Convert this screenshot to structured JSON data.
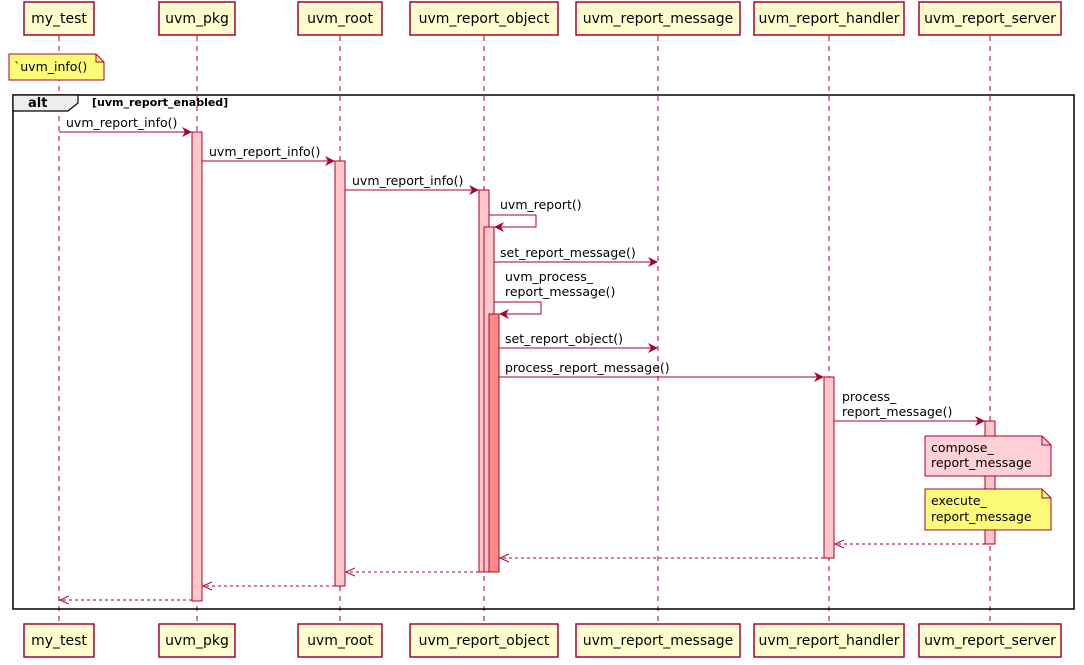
{
  "participants": [
    "my_test",
    "uvm_pkg",
    "uvm_root",
    "uvm_report_object",
    "uvm_report_message",
    "uvm_report_handler",
    "uvm_report_server"
  ],
  "fragment": {
    "keyword": "alt",
    "guard": "[uvm_report_enabled]"
  },
  "notes": {
    "top_left": "`uvm_info()",
    "compose": [
      "compose_",
      "report_message"
    ],
    "execute": [
      "execute_",
      "report_message"
    ]
  },
  "messages": {
    "m1": [
      "uvm_report_info()"
    ],
    "m2": [
      "uvm_report_info()"
    ],
    "m3": [
      "uvm_report_info()"
    ],
    "m4": [
      "uvm_report()"
    ],
    "m5": [
      "set_report_message()"
    ],
    "m6": [
      "uvm_process_",
      "report_message()"
    ],
    "m7": [
      "set_report_object()"
    ],
    "m8": [
      "process_report_message()"
    ],
    "m9": [
      "process_",
      "report_message()"
    ]
  },
  "colors": {
    "header_fill": "#FEFECE",
    "header_border": "#A80036",
    "arrow": "#A80036",
    "activation_light": "#FFC8C8",
    "activation_dark": "#FF8A8A",
    "note_yellow": "#FBFB77",
    "note_pink": "#FFD0D5",
    "fragment_header": "#EEEEEE"
  }
}
